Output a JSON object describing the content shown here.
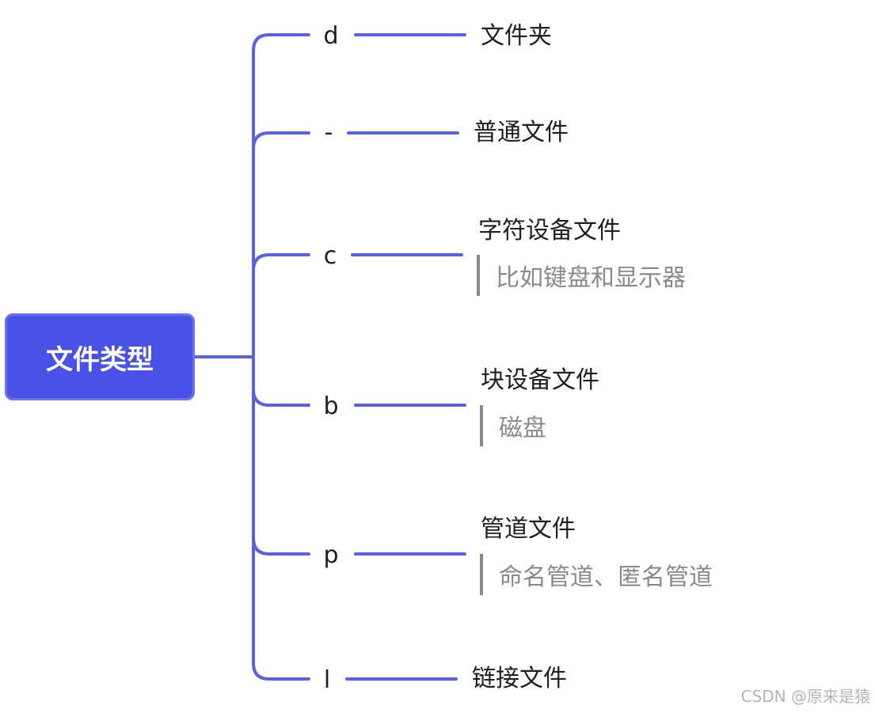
{
  "root": {
    "label": "文件类型"
  },
  "branches": [
    {
      "code": "d",
      "label": "文件夹"
    },
    {
      "code": "-",
      "label": "普通文件"
    },
    {
      "code": "c",
      "label": "字符设备文件",
      "note": "比如键盘和显示器"
    },
    {
      "code": "b",
      "label": "块设备文件",
      "note": "磁盘"
    },
    {
      "code": "p",
      "label": "管道文件",
      "note": "命名管道、匿名管道"
    },
    {
      "code": "l",
      "label": "链接文件"
    }
  ],
  "watermark": "CSDN @原来是猿",
  "colors": {
    "root_fill": "#4a52e6",
    "connector": "#5b62e0",
    "note_text": "#8a8a8a"
  }
}
